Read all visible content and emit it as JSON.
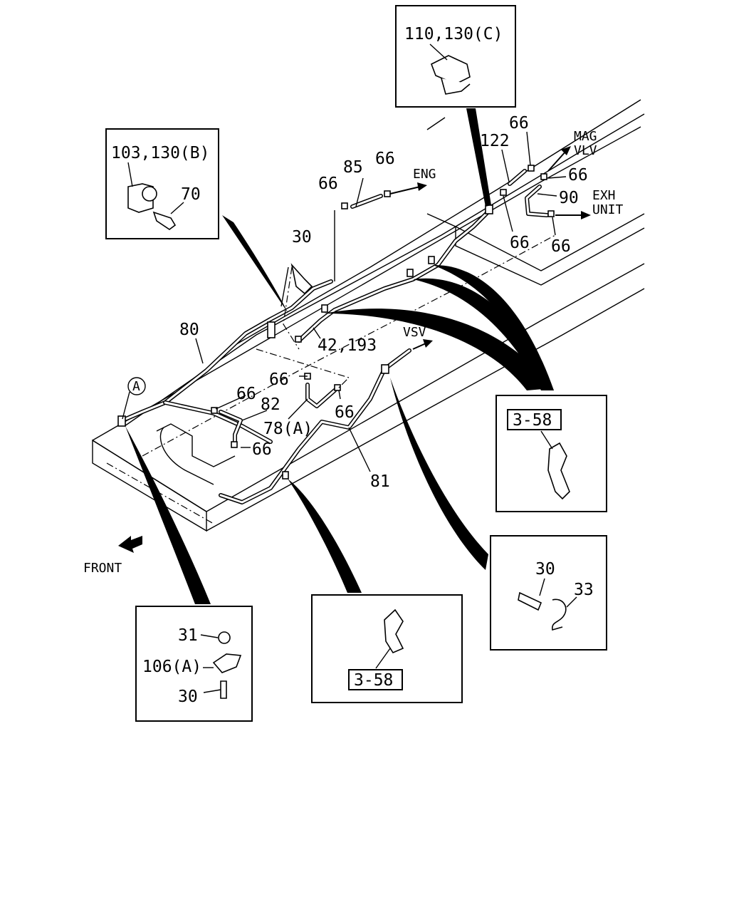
{
  "labels": {
    "inset_c": "110,130(C)",
    "inset_b": "103,130(B)",
    "inset_b_bolt": "70",
    "p66_top": "66",
    "p122": "122",
    "mag_vlv_1": "MAG",
    "mag_vlv_2": "VLV",
    "p66_mag": "66",
    "p85": "85",
    "p66_eng_left": "66",
    "p66_eng_right": "66",
    "eng": "ENG",
    "p90": "90",
    "exh_1": "EXH",
    "exh_2": "UNIT",
    "p66_rear_a": "66",
    "p66_rear_b": "66",
    "p30_top": "30",
    "p80": "80",
    "p42_193": "42,193",
    "vsv": "VSV",
    "marker_a": "A",
    "p66_mid_a": "66",
    "p66_mid_b": "66",
    "p66_mid_c": "66",
    "p66_mid_d": "66",
    "p82": "82",
    "p78a": "78(A)",
    "p81": "81",
    "front": "FRONT",
    "ref_358_right": "3-58",
    "ref_358_bottom": "3-58",
    "inset_r_30": "30",
    "inset_r_33": "33",
    "inset_l_31": "31",
    "inset_l_106": "106(A)",
    "inset_l_30": "30"
  }
}
